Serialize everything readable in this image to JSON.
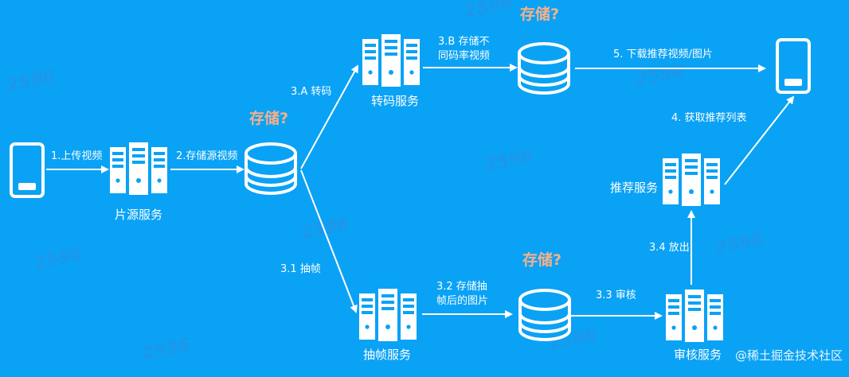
{
  "colors": {
    "background": "#0aa2f5",
    "foreground": "#ffffff",
    "highlight": "#f6b089",
    "watermark": "#2f8ee0"
  },
  "nodes": {
    "phone_client_left": {
      "icon": "phone-icon"
    },
    "source_service": {
      "icon": "server-rack-icon",
      "label": "片源服务"
    },
    "source_storage": {
      "icon": "database-icon",
      "question": "存储?"
    },
    "transcode_service": {
      "icon": "server-rack-icon",
      "label": "转码服务"
    },
    "transcode_storage": {
      "icon": "database-icon",
      "question": "存储?"
    },
    "frame_service": {
      "icon": "server-rack-icon",
      "label": "抽帧服务"
    },
    "frame_storage": {
      "icon": "database-icon",
      "question": "存储?"
    },
    "review_service": {
      "icon": "server-rack-icon",
      "label": "审核服务"
    },
    "recommend_service": {
      "icon": "server-rack-icon",
      "label": "推荐服务"
    },
    "phone_client_right": {
      "icon": "phone-icon"
    }
  },
  "edges": {
    "upload": "1.上传视频",
    "store_source": "2.存储源视频",
    "transcode_a": "3.A 转码",
    "store_bitrates_line1": "3.B 存储不",
    "store_bitrates_line2": "同码率视频",
    "extract_frames": "3.1 抽帧",
    "store_frames_line1": "3.2 存储抽",
    "store_frames_line2": "帧后的图片",
    "review": "3.3 审核",
    "release": "3.4 放出",
    "get_list": "4. 获取推荐列表",
    "download": "5. 下载推荐视频/图片"
  },
  "watermarks": {
    "tile_text": "2596",
    "corner_text": "@稀土掘金技术社区"
  }
}
